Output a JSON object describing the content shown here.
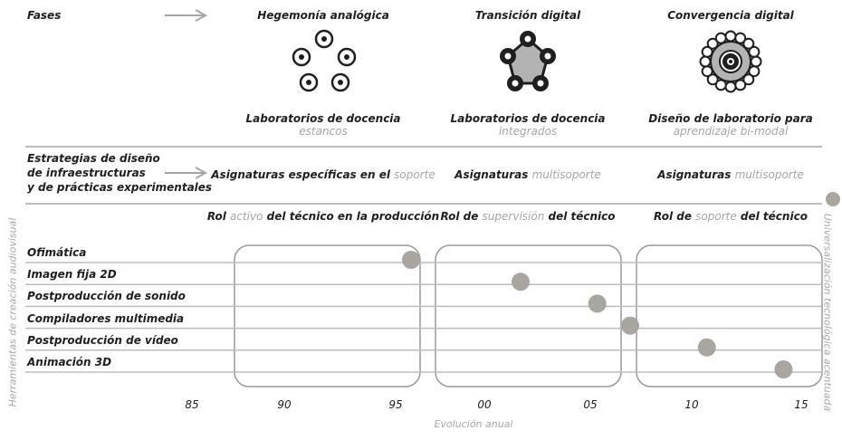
{
  "header": {
    "fases": "Fases",
    "phases": [
      {
        "title": "Hegemonía analógica",
        "lab_line1": "Laboratorios de docencia",
        "lab_line2": "estancos"
      },
      {
        "title": "Transición digital",
        "lab_line1": "Laboratorios de docencia",
        "lab_line2": "integrados"
      },
      {
        "title": "Convergencia digital",
        "lab_line1": "Diseño de laboratorio para",
        "lab_line2": "aprendizaje bi-modal"
      }
    ]
  },
  "strategy": {
    "line1": "Estrategias de diseño",
    "line2": "de infraestructuras",
    "line3": "y de prácticas experimentales",
    "subjects": [
      {
        "bold": "Asignaturas específicas en el",
        "gray": "soporte"
      },
      {
        "bold": "Asignaturas",
        "gray": "multisoporte"
      },
      {
        "bold": "Asignaturas",
        "gray": "multisoporte"
      }
    ],
    "roles": [
      {
        "a": "Rol",
        "b": "activo",
        "c": "del técnico en la producción"
      },
      {
        "a": "Rol de",
        "b": "supervisión",
        "c": "del técnico"
      },
      {
        "a": "Rol de",
        "b": "soporte",
        "c": "del técnico"
      }
    ]
  },
  "axis": {
    "left_label": "Herramientas de creación audiovisual",
    "right_label": "Universalización tecnológica acentuada",
    "bottom_label": "Evolución anual",
    "ticks": [
      "85",
      "90",
      "95",
      "00",
      "05",
      "10",
      "15"
    ]
  },
  "tools": [
    {
      "label": "Ofimática",
      "year": 1995
    },
    {
      "label": "Imagen fija 2D",
      "year": 2000
    },
    {
      "label": "Postproducción de sonido",
      "year": 2003.5
    },
    {
      "label": "Compiladores multimedia",
      "year": 2005
    },
    {
      "label": "Postproducción de vídeo",
      "year": 2008.5
    },
    {
      "label": "Animación 3D",
      "year": 2012
    }
  ],
  "colors": {
    "dot": "#a9a6a2",
    "line": "#bdbdbd",
    "muted": "#a6a6a6"
  }
}
